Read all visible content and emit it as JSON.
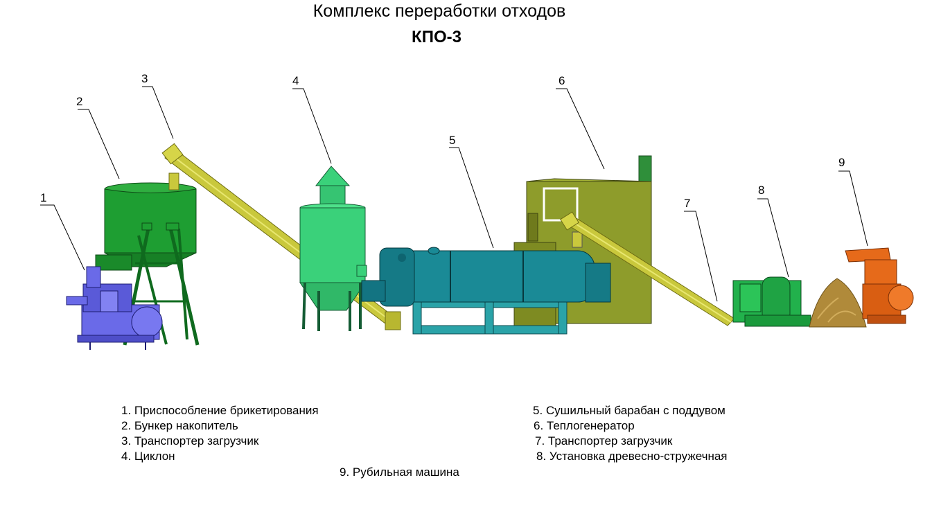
{
  "header": {
    "title": "Комплекс переработки отходов",
    "subtitle": "КПО-3"
  },
  "callouts": [
    "1",
    "2",
    "3",
    "4",
    "5",
    "6",
    "7",
    "8",
    "9"
  ],
  "legend": {
    "left": [
      "1. Приспособление брикетирования",
      "2. Бункер накопитель",
      "3. Транспортер загрузчик",
      "4. Циклон"
    ],
    "right": [
      "5. Сушильный барабан с поддувом",
      "6. Теплогенератор",
      "7. Транспортер загрузчик",
      "8. Установка древесно-стружечная"
    ],
    "bottom": "9. Рубильная машина"
  },
  "colors": {
    "briquetting": "#6a6ae8",
    "hopper": "#1e9e32",
    "conveyor": "#c9c83c",
    "cyclone": "#3ad17a",
    "drum": "#1a8a96",
    "frame": "#2aa3a8",
    "generator": "#8c9a2a",
    "wood_unit": "#22b14c",
    "chips": "#b08a3a",
    "chipper": "#e66a1a"
  }
}
